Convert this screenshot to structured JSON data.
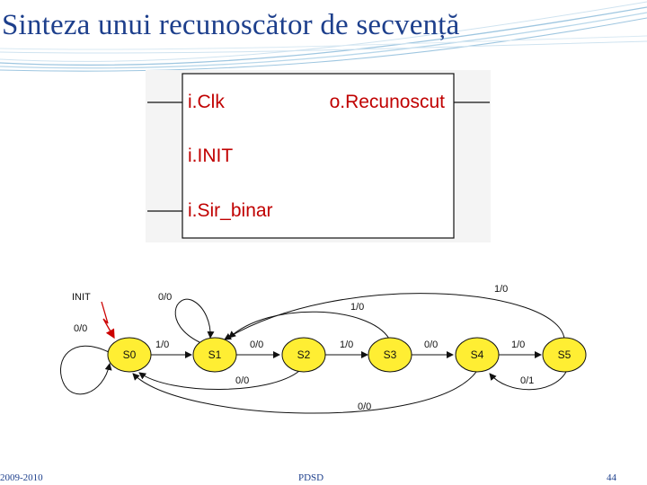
{
  "title": "Sinteza unui recunoscător de secvență",
  "footer": {
    "left": "2009-2010",
    "center": "PDSD",
    "page": "44"
  },
  "block": {
    "inputs": [
      "i.Clk",
      "i.INIT",
      "i.Sir_binar"
    ],
    "output": "o.Recunoscut"
  },
  "fsm": {
    "init_label": "INIT",
    "states": [
      "S0",
      "S1",
      "S2",
      "S3",
      "S4",
      "S5"
    ],
    "transitions": [
      {
        "from": "S0",
        "to": "S0",
        "label": "0/0"
      },
      {
        "from": "S0",
        "to": "S1",
        "label": "1/0"
      },
      {
        "from": "S1",
        "to": "S1",
        "label": "0/0"
      },
      {
        "from": "S1",
        "to": "S2",
        "label": "0/0"
      },
      {
        "from": "S2",
        "to": "S0",
        "label": "0/0"
      },
      {
        "from": "S2",
        "to": "S3",
        "label": "1/0"
      },
      {
        "from": "S3",
        "to": "S1",
        "label": "1/0"
      },
      {
        "from": "S3",
        "to": "S4",
        "label": "0/0"
      },
      {
        "from": "S4",
        "to": "S0",
        "label": "0/0"
      },
      {
        "from": "S4",
        "to": "S5",
        "label": "1/0"
      },
      {
        "from": "S5",
        "to": "S1",
        "label": "1/0"
      },
      {
        "from": "S5",
        "to": "S4",
        "label": "0/1"
      }
    ]
  },
  "colors": {
    "title": "#1d3f8c",
    "state_fill": "#ffee33",
    "block_text": "#c00000"
  }
}
